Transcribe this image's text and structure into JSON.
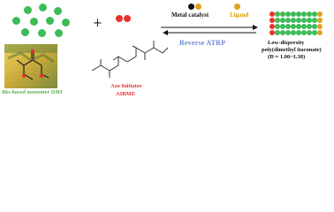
{
  "plus_sign": "+",
  "monomer_label": "Bio-based monomer DMI",
  "initiator_label_1": "Azo Initiator",
  "initiator_label_2": "AIBME",
  "metal_catalyst_label": "Metal catalyst",
  "ligand_label": "Ligand",
  "reaction_label": "Reverse ATRP",
  "product_line_1": "Low-dispersity",
  "product_line_2": "poly(dimethyl itaconate)",
  "product_line_3": "(Đ = 1.06~1.38)",
  "colors": {
    "monomer": "#3dbb57",
    "initiator": "#e8332a",
    "metal": "#111111",
    "ligand": "#e0a21c",
    "reaction_text": "#6b87d8"
  }
}
